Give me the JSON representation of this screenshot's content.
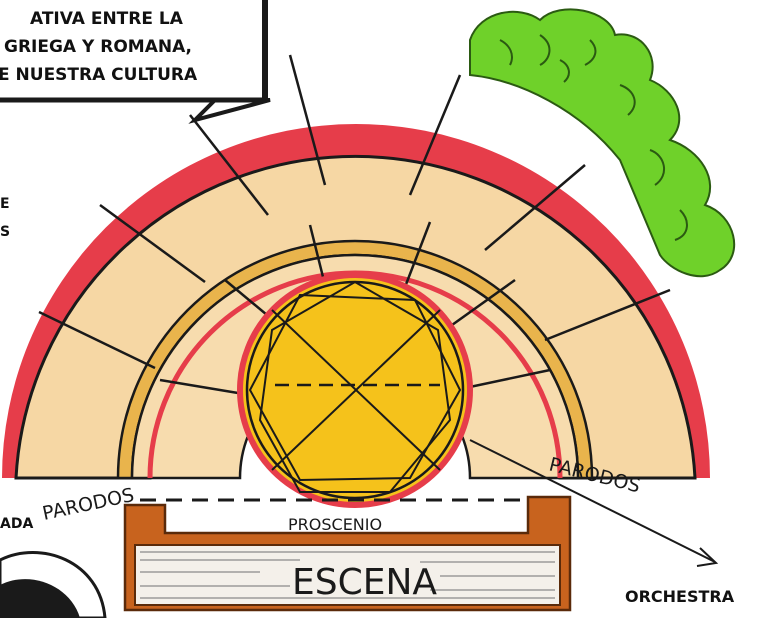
{
  "callout": {
    "line1": "ATIVA ENTRE LA",
    "line2": "GRIEGA Y ROMANA,",
    "line3": "E NUESTRA CULTURA"
  },
  "side_fragment": {
    "line1": "E",
    "line2": "S"
  },
  "labels": {
    "parodos_left": "PARODOS",
    "parodos_right": "PARODOS",
    "proscenio": "PROSCENIO",
    "escena": "ESCENA",
    "orchestra": "ORCHESTRA",
    "ada_fragment": "ADA"
  },
  "colors": {
    "seating": "#f6d7a4",
    "outline_red": "#e63d4a",
    "orchestra": "#f5c21b",
    "stage_wood": "#c8631e",
    "tree": "#6fd12a"
  }
}
